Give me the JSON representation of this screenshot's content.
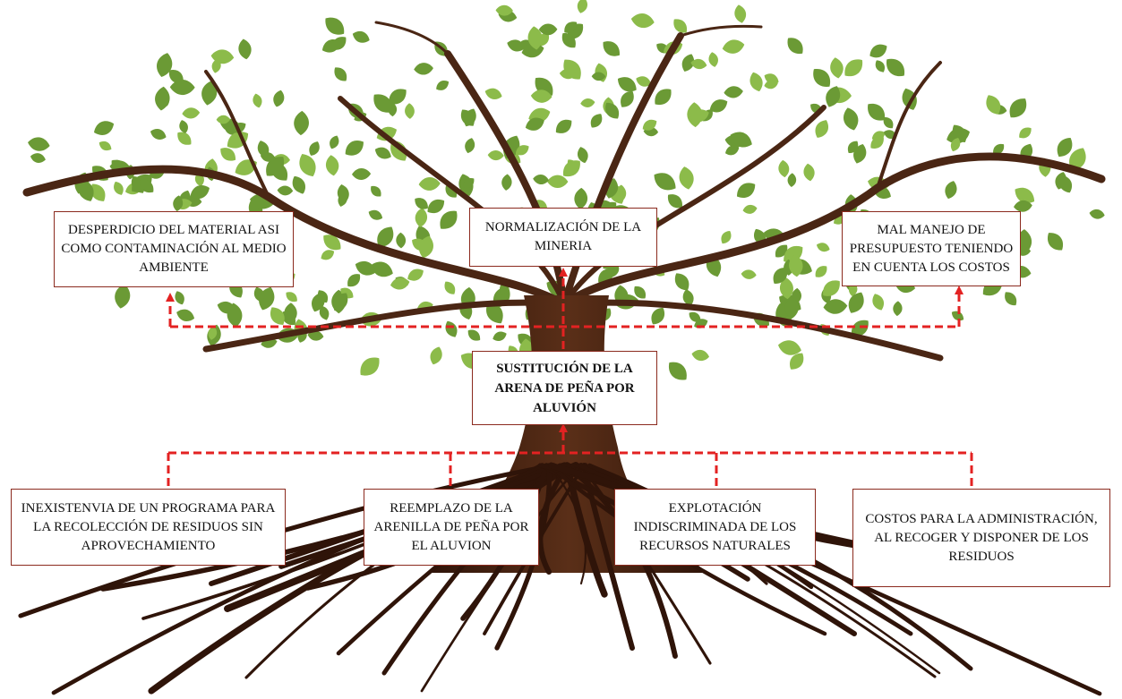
{
  "colors": {
    "leaf": "#6b9a35",
    "leaf_light": "#8cbb4a",
    "trunk": "#4a2614",
    "trunk_dark": "#2f1409",
    "connector": "#e32222",
    "box_border": "#8b2a1e"
  },
  "diagram": {
    "central": {
      "text": "SUSTITUCIÓN DE LA ARENA DE PEÑA POR ALUVIÓN"
    },
    "effects": [
      {
        "id": "effect-1",
        "text": "DESPERDICIO DEL MATERIAL ASI COMO CONTAMINACIÓN AL MEDIO AMBIENTE"
      },
      {
        "id": "effect-2",
        "text": "NORMALIZACIÓN DE LA MINERIA"
      },
      {
        "id": "effect-3",
        "text": "MAL MANEJO DE PRESUPUESTO TENIENDO EN CUENTA LOS COSTOS"
      }
    ],
    "causes": [
      {
        "id": "cause-1",
        "text": "INEXISTENVIA DE UN PROGRAMA PARA LA RECOLECCIÓN DE RESIDUOS SIN APROVECHAMIENTO"
      },
      {
        "id": "cause-2",
        "text": "REEMPLAZO DE LA ARENILLA DE PEÑA POR EL ALUVION"
      },
      {
        "id": "cause-3",
        "text": "EXPLOTACIÓN INDISCRIMINADA DE LOS RECURSOS NATURALES"
      },
      {
        "id": "cause-4",
        "text": "COSTOS PARA LA ADMINISTRACIÓN, AL RECOGER Y DISPONER DE LOS RESIDUOS"
      }
    ]
  }
}
